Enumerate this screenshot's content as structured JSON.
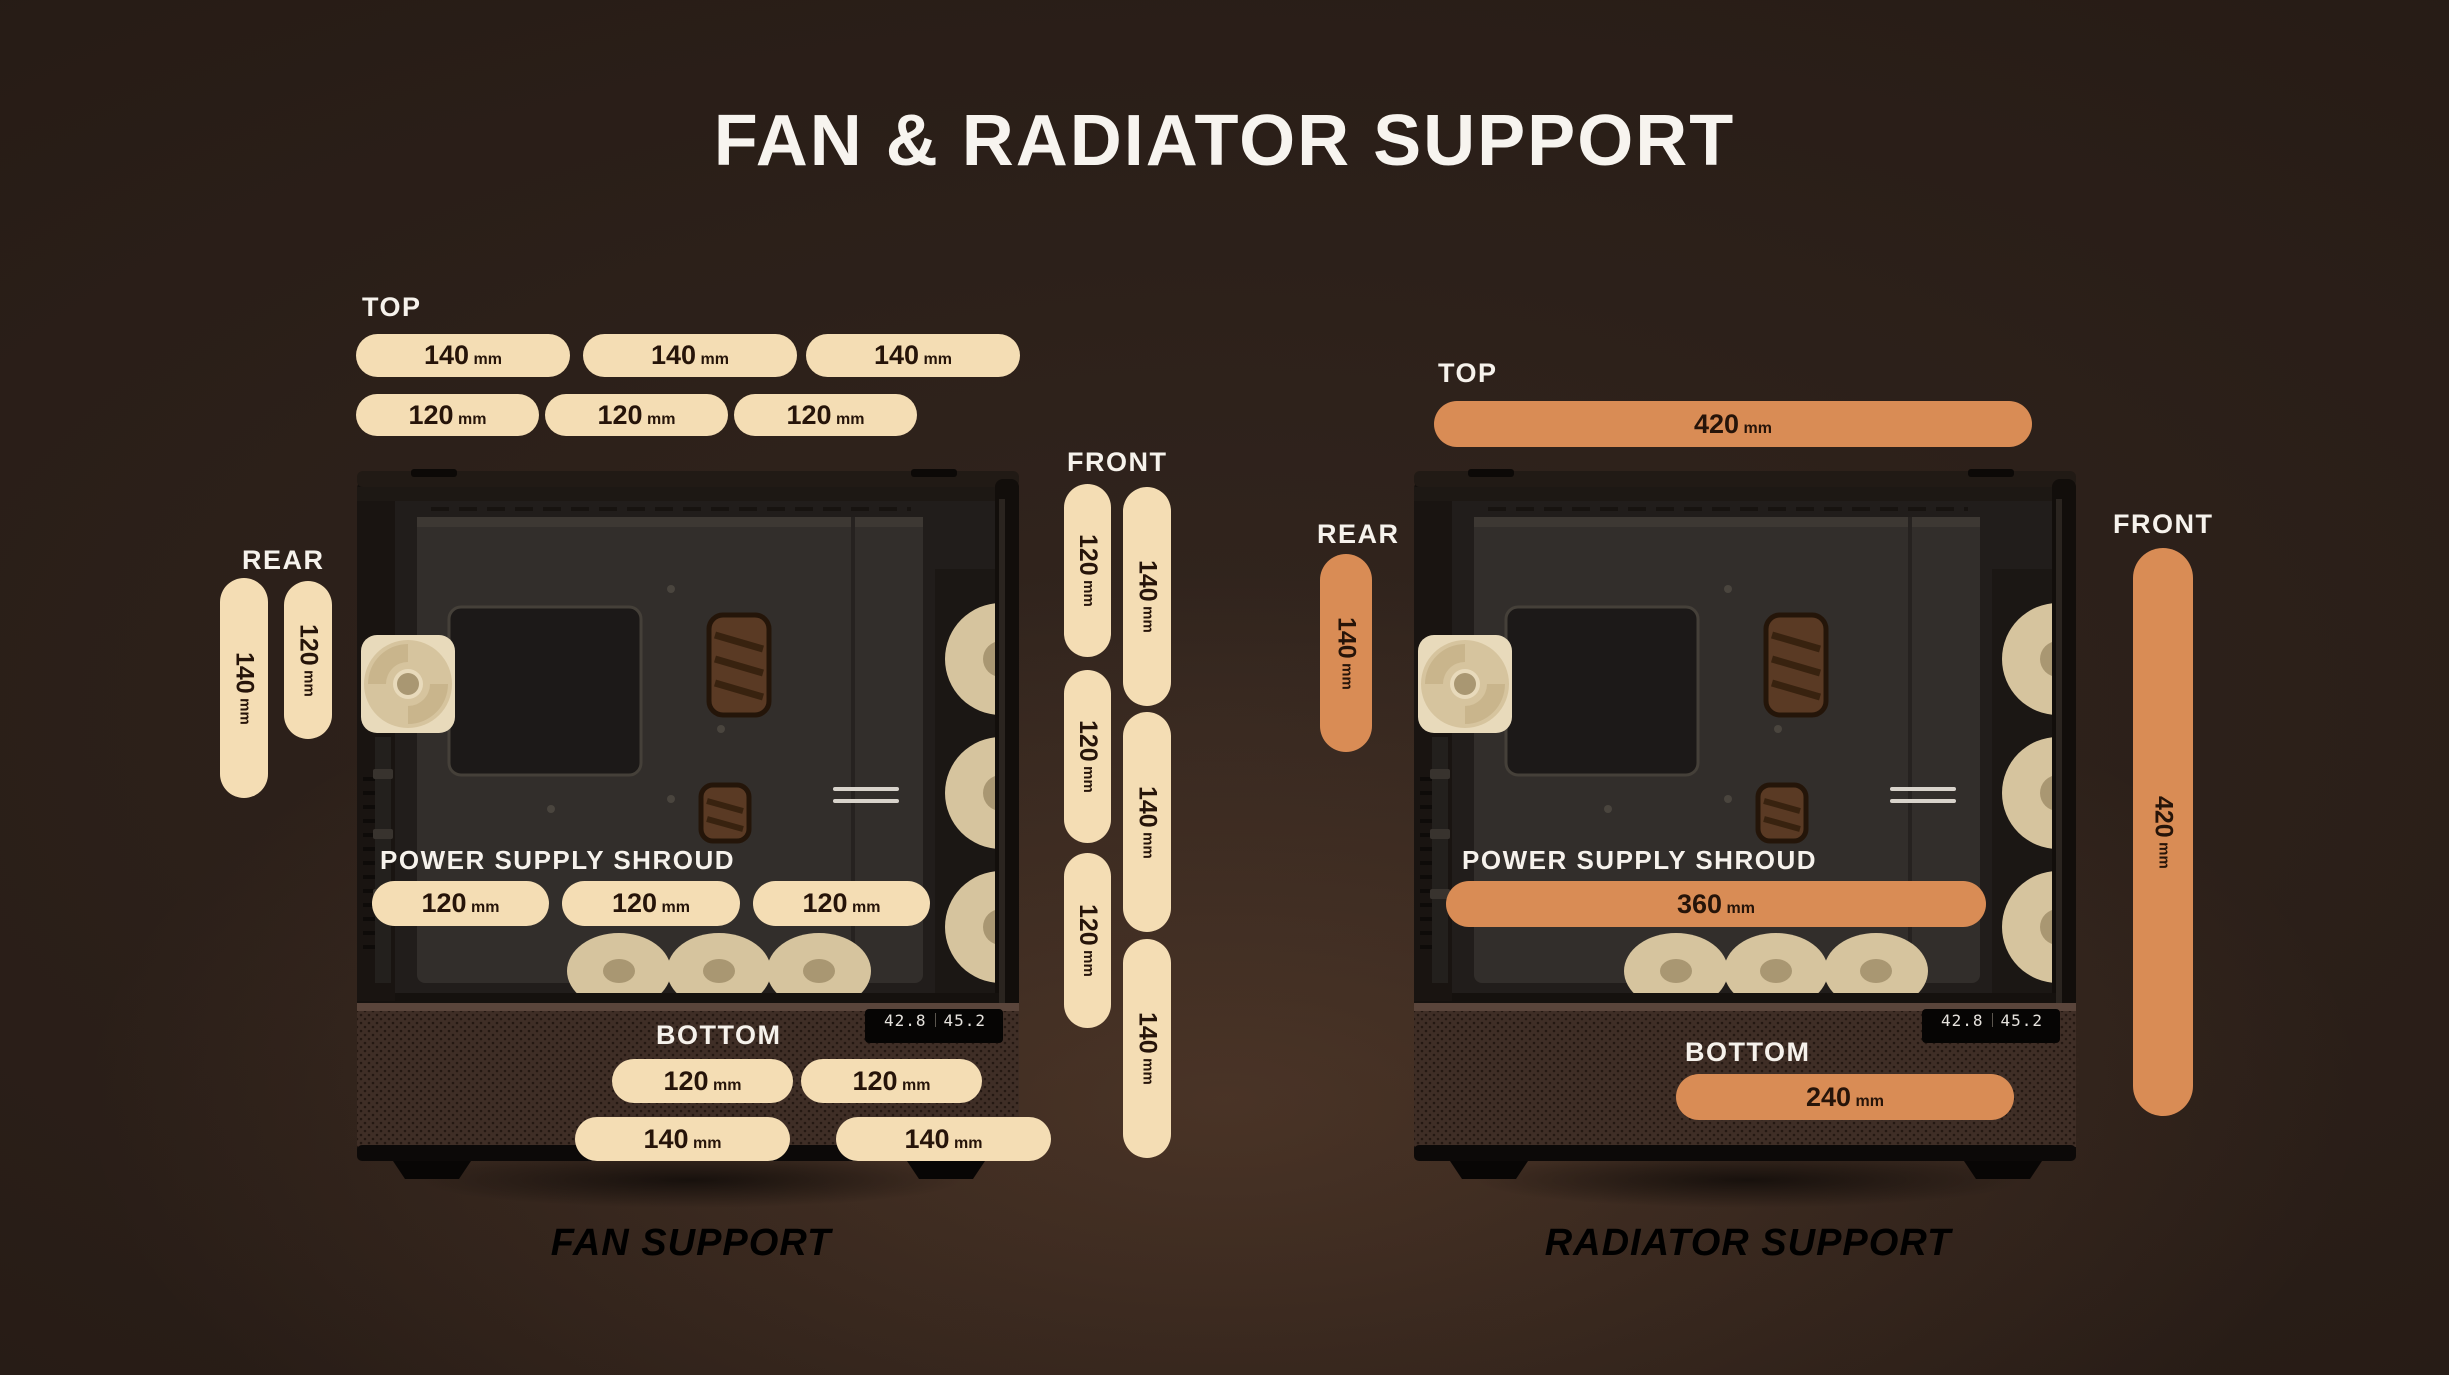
{
  "title": "FAN & RADIATOR SUPPORT",
  "colors": {
    "cream": "#F4DDB4",
    "orange": "#D98C55",
    "pill_text": "#261409"
  },
  "display": {
    "temp1": "42.8",
    "temp2": "45.2"
  },
  "fan_support": {
    "caption": "FAN SUPPORT",
    "labels": {
      "top": "TOP",
      "rear": "REAR",
      "front": "FRONT",
      "shroud": "POWER SUPPLY SHROUD",
      "bottom": "BOTTOM"
    },
    "top_row_140": [
      {
        "value": "140",
        "unit": "mm"
      },
      {
        "value": "140",
        "unit": "mm"
      },
      {
        "value": "140",
        "unit": "mm"
      }
    ],
    "top_row_120": [
      {
        "value": "120",
        "unit": "mm"
      },
      {
        "value": "120",
        "unit": "mm"
      },
      {
        "value": "120",
        "unit": "mm"
      }
    ],
    "rear_pills": [
      {
        "value": "140",
        "unit": "mm"
      },
      {
        "value": "120",
        "unit": "mm"
      }
    ],
    "front_col_120": [
      {
        "value": "120",
        "unit": "mm"
      },
      {
        "value": "120",
        "unit": "mm"
      },
      {
        "value": "120",
        "unit": "mm"
      }
    ],
    "front_col_140": [
      {
        "value": "140",
        "unit": "mm"
      },
      {
        "value": "140",
        "unit": "mm"
      },
      {
        "value": "140",
        "unit": "mm"
      }
    ],
    "shroud_pills": [
      {
        "value": "120",
        "unit": "mm"
      },
      {
        "value": "120",
        "unit": "mm"
      },
      {
        "value": "120",
        "unit": "mm"
      }
    ],
    "bottom_row_120": [
      {
        "value": "120",
        "unit": "mm"
      },
      {
        "value": "120",
        "unit": "mm"
      }
    ],
    "bottom_row_140": [
      {
        "value": "140",
        "unit": "mm"
      },
      {
        "value": "140",
        "unit": "mm"
      }
    ]
  },
  "radiator_support": {
    "caption": "RADIATOR SUPPORT",
    "labels": {
      "top": "TOP",
      "rear": "REAR",
      "front": "FRONT",
      "shroud": "POWER SUPPLY SHROUD",
      "bottom": "BOTTOM"
    },
    "top": {
      "value": "420",
      "unit": "mm"
    },
    "rear": {
      "value": "140",
      "unit": "mm"
    },
    "front": {
      "value": "420",
      "unit": "mm"
    },
    "shroud": {
      "value": "360",
      "unit": "mm"
    },
    "bottom": {
      "value": "240",
      "unit": "mm"
    }
  }
}
